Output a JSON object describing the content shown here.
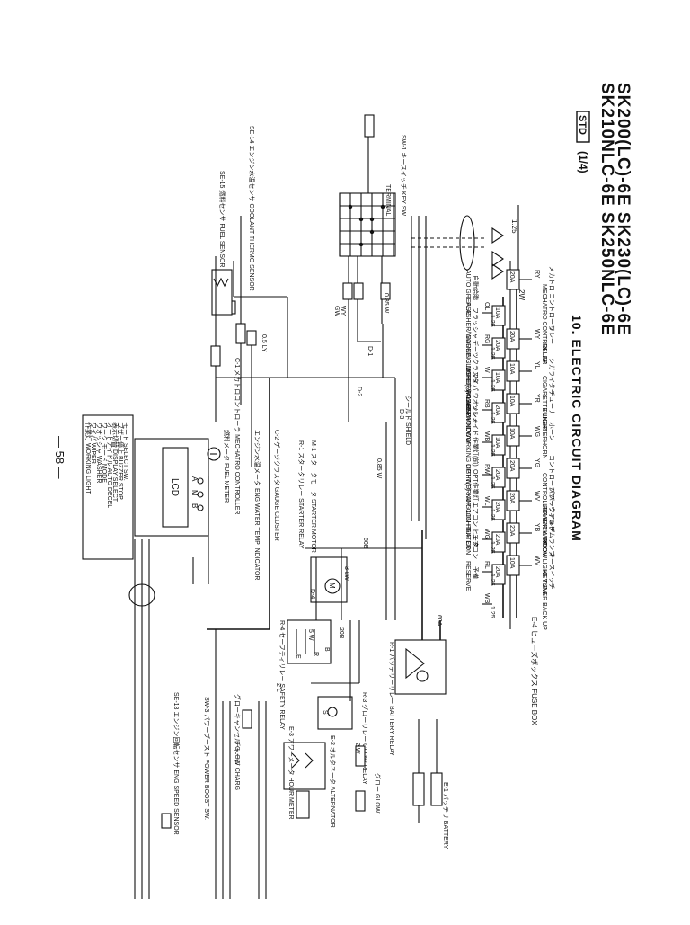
{
  "header": {
    "models_line1": "SK200(LC)-6E  SK230(LC)-6E",
    "models_line2": "SK210NLC-6E  SK250NLC-6E",
    "section_title": "10.  ELECTRIC CIRCUIT DIAGRAM",
    "std_badge": "STD",
    "sheet_number": "(1/4)"
  },
  "fuse_box": {
    "label": "E-4 ヒューズボックス FUSE BOX",
    "amp_left": [
      "10A",
      "20A",
      "10A",
      "20A",
      "10A",
      "20A",
      "20A",
      "20A",
      "20A"
    ],
    "amp_right": [
      "20A",
      "20A",
      "10A",
      "10A",
      "10A",
      "20A",
      "20A",
      "20A",
      "10A"
    ],
    "circuits_left": [
      {
        "jp": "自動給脂",
        "en": "AUTO GREASE",
        "code": "OL",
        "wire": "1.25"
      },
      {
        "jp": "フラッシャ",
        "en": "FLASHER/WORKING LIGHT(R)ALARM",
        "code": "RG",
        "wire": "1.25"
      },
      {
        "jp": "デーツクラスタ",
        "en": "GAUGE CLUSTER POWER WINDOW",
        "code": "W",
        "wire": "1.25"
      },
      {
        "jp": "ワイパ ウオッシャ",
        "en": "WIPER,WASHER",
        "code": "RB",
        "wire": "1.25"
      },
      {
        "jp": "ソレノイド",
        "en": "SOLENOID",
        "code": "WB",
        "wire": "1.25"
      },
      {
        "jp": "作業灯(前)",
        "en": "WORKING LIGHT(F)",
        "code": "RW",
        "wire": "1.25"
      },
      {
        "jp": "OPT作業灯",
        "en": "OPT WORKING LIGHT",
        "code": "WL",
        "wire": "1.25"
      },
      {
        "jp": "エアコン ヒータ",
        "en": "AIR CON HEATER",
        "code": "WG",
        "wire": "1.25"
      },
      {
        "jp": "エアコン",
        "en": "AIR CON",
        "code": "RL",
        "wire": "1.25"
      },
      {
        "jp": "予備",
        "en": "RESERVE",
        "code": "WB",
        "wire": "1.25"
      }
    ],
    "circuits_right": [
      {
        "jp": "メカトロ コントローラ",
        "en": "MECHATRO CONTROLLER",
        "code": "RY"
      },
      {
        "jp": "リレー",
        "en": "RELAY",
        "code": "WY"
      },
      {
        "jp": "シガライター",
        "en": "CIGARETTE LIGHTER",
        "code": "YL"
      },
      {
        "jp": "チューナ",
        "en": "TUNER",
        "code": "YR"
      },
      {
        "jp": "ホーン",
        "en": "HORN",
        "code": "WG"
      },
      {
        "jp": "コントローラ バックアップ",
        "en": "CONTROLLER BACK UP",
        "code": "YG"
      },
      {
        "jp": "パワーウィンド",
        "en": "POWER WINDOW",
        "code": "WV"
      },
      {
        "jp": "ルームランプ",
        "en": "ROOM LIGHT TUNER BACK UP",
        "code": "YB"
      },
      {
        "jp": "キースイッチ",
        "en": "KEY SW.",
        "code": "WV"
      }
    ]
  },
  "components": {
    "key_switch": "SW-1 キースイッチ KEY SW.",
    "terminal": "TERMINAL",
    "coolant_sensor": "SE-14 エンジン水温センサ COOLANT THERMO SENSOR",
    "fuel_sensor": "SE-15 燃料センサ FUEL SENSOR",
    "mechatro_controller": "C-1 メカトロコントローラ MECHATRO CONTROLLER",
    "gauge_cluster": "C-2 ゲージクラスタ GAUGE CLUSTER",
    "eng_water_temp": "エンジン水温メータ ENG WATER TEMP INDICATOR",
    "fuel_meter": "燃料メータ FUEL METER",
    "lcd": "LCD",
    "starter_motor": "M-1 スタータモータ STARTER MOTOR",
    "starter_relay": "R-1 スタータリレー STARTER RELAY",
    "safety_relay": "R-4 セーフティリレー SAFETY RELAY",
    "battery_relay": "R-1 バッテリーリレー BATTERY RELAY",
    "glow_relay": "R-3 グローリレー GLOW RELAY",
    "alternator": "E-2 オルタネータ ALTERNATOR",
    "hour_meter": "E-3 アワーメータ HOUR METER",
    "glow": "グロー GLOW",
    "charge": "チャージ CHARG",
    "glow_cancel": "グローキャンセル GLOW",
    "engine_speed_sensor": "SE-13 エンジン回転センサ ENG SPEED SENSOR",
    "power_boost": "SW-3 パワーブースト POWER BOOST SW.",
    "shield": "シールド SHIELD",
    "batteries": "E-1 バッテリ BATTERY"
  },
  "selectors": [
    "モード SELECT SW.",
    "ブザー停止 BUZZER STOP",
    "表示切替 DISPLAY SELECT",
    "オートアイドル AUTO DECEL",
    "ワーク モード MODE",
    "ウオッシャ WASHER",
    "ワイパ WIPER",
    "作業灯 WORKING LIGHT"
  ],
  "lcd_keys": [
    "A",
    "M",
    "B"
  ],
  "wire_labels": [
    "0.5 LY",
    "GW",
    "WY",
    "0.85 W",
    "60B",
    "60A",
    "20B",
    "3 LW",
    "2 W",
    "0.85 W",
    "5 W",
    "2 L",
    "D-1",
    "D-2",
    "D-3",
    "D-4",
    "S",
    "B",
    "E",
    "R"
  ],
  "page_number": "— 58 —"
}
